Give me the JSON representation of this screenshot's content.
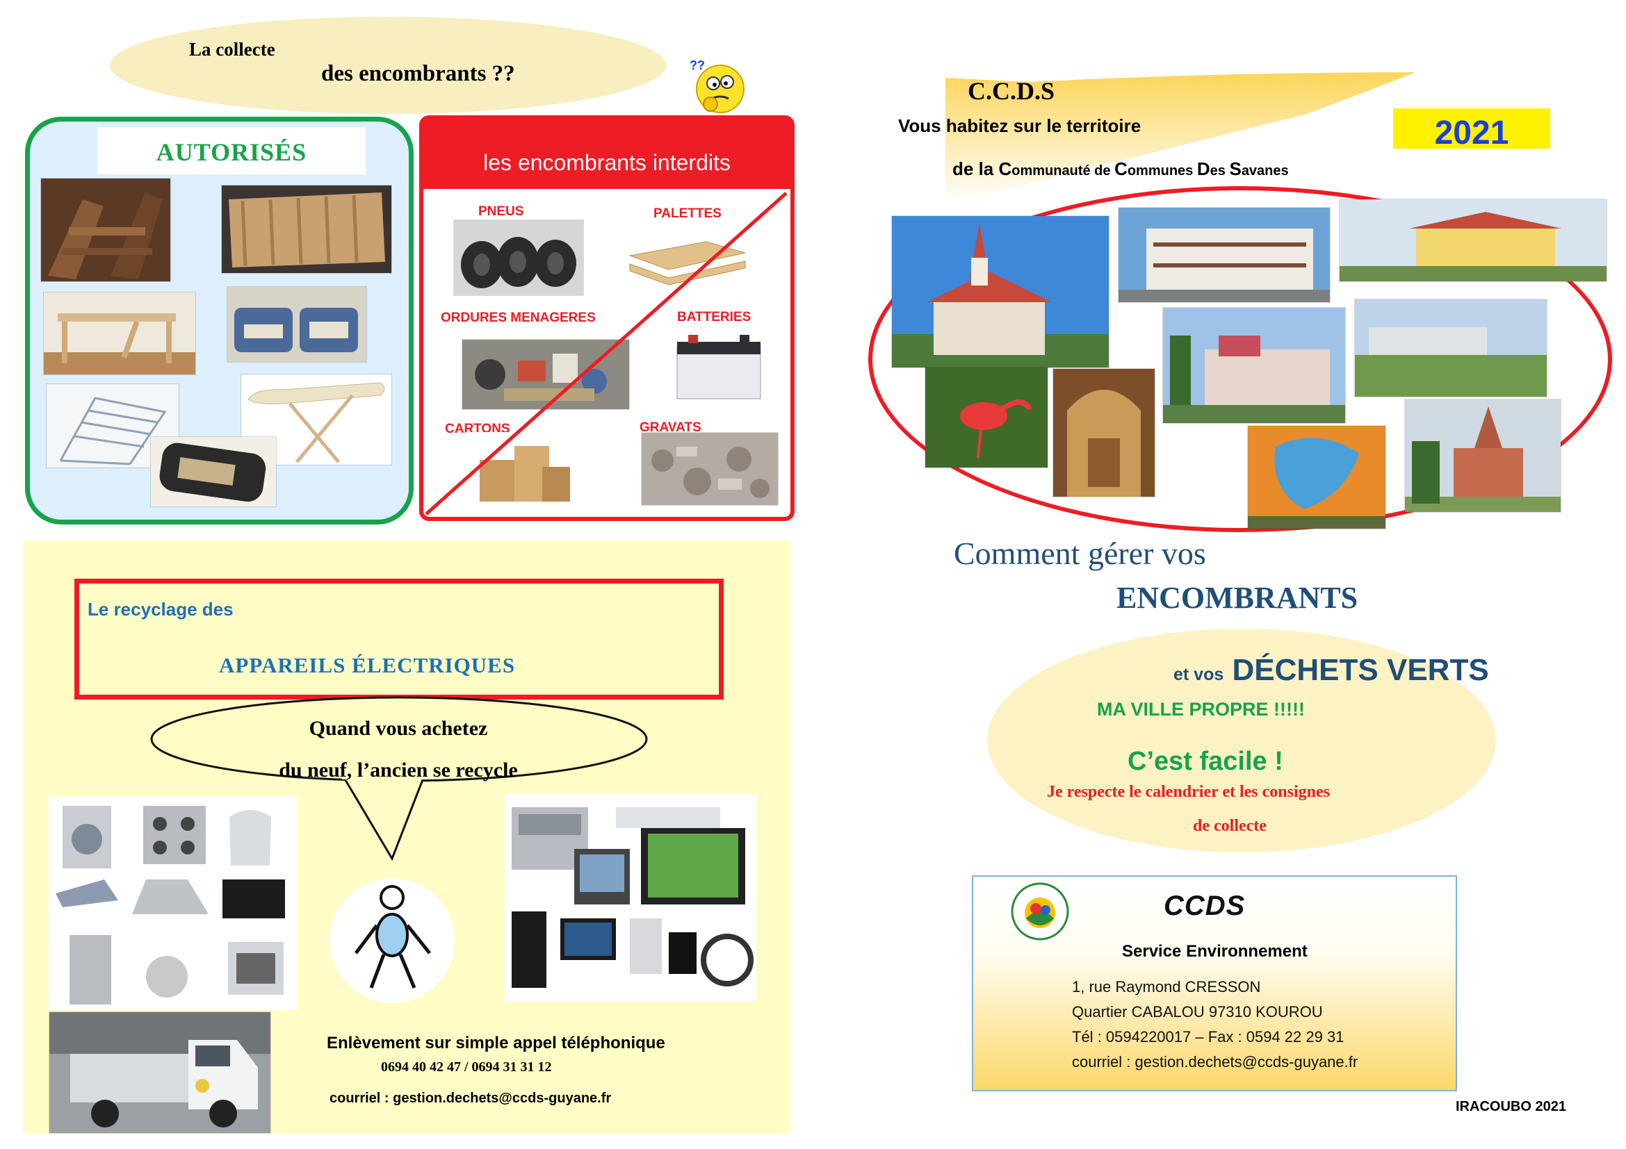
{
  "left_panel": {
    "question_line1": "La collecte",
    "question_line2": "des encombrants ??",
    "authorized": {
      "title": "AUTORISÉS"
    },
    "forbidden": {
      "title": "les encombrants interdits",
      "items": [
        "PNEUS",
        "PALETTES",
        "ORDURES MENAGERES",
        "BATTERIES",
        "CARTONS",
        "GRAVATS"
      ]
    }
  },
  "electric": {
    "line1": "Le recyclage des",
    "line2": "APPAREILS  ÉLECTRIQUES",
    "speech_line1": "Quand vous achetez",
    "speech_line2": "du neuf, l’ancien se recycle",
    "pickup": "Enlèvement sur simple appel téléphonique",
    "phones": "0694 40 42 47 / 0694 31 31 12",
    "email": "courriel : gestion.dechets@ccds-guyane.fr"
  },
  "cover": {
    "org": "C.C.D.S",
    "line1": "Vous  habitez sur le territoire",
    "line2_a": "de la ",
    "line2_b": "C",
    "line2_c": "ommunauté de ",
    "line2_d": "C",
    "line2_e": "ommunes ",
    "line2_f": "D",
    "line2_g": "es ",
    "line2_h": "S",
    "line2_i": "avanes",
    "year": "2021",
    "comment": "Comment gérer vos",
    "encombrants": "ENCOMBRANTS",
    "et_vos": "et vos",
    "dechets": "DÉCHETS VERTS",
    "propre": "MA VILLE PROPRE !!!!!",
    "facile": "C’est facile !",
    "respecte_1": "Je respecte le calendrier et les consignes",
    "respecte_2": "de collecte"
  },
  "contact": {
    "brand": "CCDS",
    "service": "Service Environnement",
    "address1": "1, rue Raymond CRESSON",
    "address2": "Quartier CABALOU 97310 KOUROU",
    "phone": "Tél : 0594220017 – Fax : 0594 22 29 31",
    "email": "courriel : gestion.dechets@ccds-guyane.fr"
  },
  "footer": "IRACOUBO 2021",
  "colors": {
    "green": "#16a34a",
    "red": "#ee1c24",
    "blue": "#1f4e79",
    "yellow": "#fff200"
  }
}
